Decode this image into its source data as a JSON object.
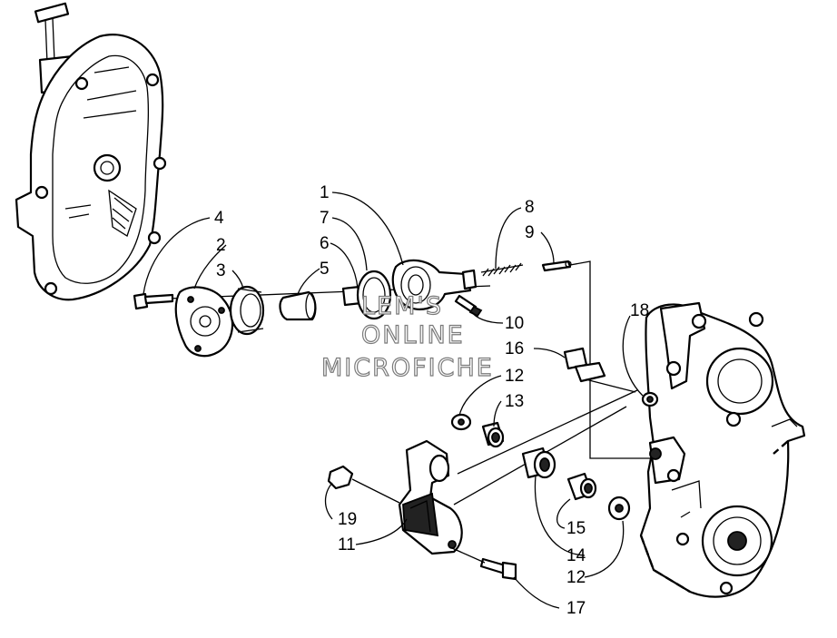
{
  "labels": [
    {
      "id": "label-1",
      "text": "1"
    },
    {
      "id": "label-2",
      "text": "2"
    },
    {
      "id": "label-3",
      "text": "3"
    },
    {
      "id": "label-4",
      "text": "4"
    },
    {
      "id": "label-5",
      "text": "5"
    },
    {
      "id": "label-6",
      "text": "6"
    },
    {
      "id": "label-7",
      "text": "7"
    },
    {
      "id": "label-8",
      "text": "8"
    },
    {
      "id": "label-9",
      "text": "9"
    },
    {
      "id": "label-10",
      "text": "10"
    },
    {
      "id": "label-11",
      "text": "11"
    },
    {
      "id": "label-12a",
      "text": "12"
    },
    {
      "id": "label-12b",
      "text": "12"
    },
    {
      "id": "label-13",
      "text": "13"
    },
    {
      "id": "label-14",
      "text": "14"
    },
    {
      "id": "label-15",
      "text": "15"
    },
    {
      "id": "label-16",
      "text": "16"
    },
    {
      "id": "label-17",
      "text": "17"
    },
    {
      "id": "label-18",
      "text": "18"
    },
    {
      "id": "label-19",
      "text": "19"
    }
  ],
  "watermark": {
    "line1": "LEM'S",
    "line2": "ONLINE",
    "line3": "MICROFICHE"
  }
}
